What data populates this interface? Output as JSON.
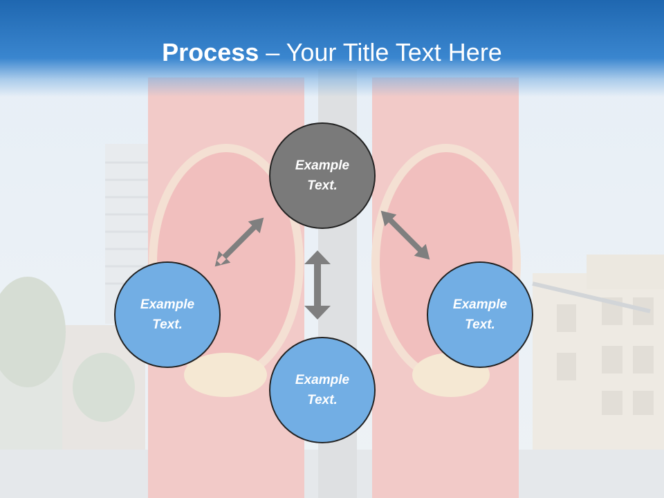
{
  "slide": {
    "title_bold": "Process",
    "title_rest": " – Your Title Text Here"
  },
  "diagram": {
    "nodes": [
      {
        "id": "top",
        "label": "Example\nText.",
        "color": "#7a7a7a"
      },
      {
        "id": "left",
        "label": "Example\nText.",
        "color": "#72aee4"
      },
      {
        "id": "bottom",
        "label": "Example\nText.",
        "color": "#72aee4"
      },
      {
        "id": "right",
        "label": "Example\nText.",
        "color": "#72aee4"
      }
    ],
    "arrows": [
      {
        "from": "top",
        "to": "left",
        "bidirectional": true
      },
      {
        "from": "top",
        "to": "right",
        "bidirectional": true
      },
      {
        "from": "top",
        "to": "bottom",
        "bidirectional": true
      }
    ],
    "arrow_color": "#7f7f7f"
  },
  "colors": {
    "header": "#2a74bf",
    "node_border": "#232323"
  },
  "icons": [
    "double-arrow-icon"
  ]
}
